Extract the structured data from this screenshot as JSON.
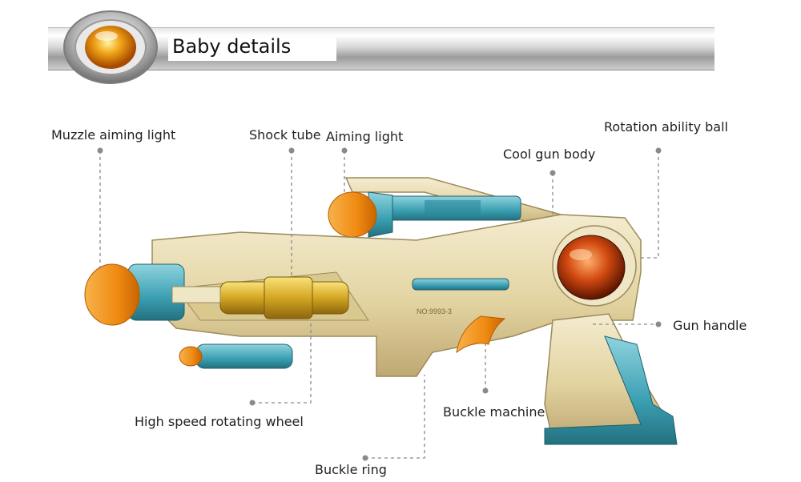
{
  "header": {
    "title": "Baby details",
    "icon": "orb-badge-icon"
  },
  "callouts": [
    {
      "id": "muzzle-aiming-light",
      "label": "Muzzle aiming light"
    },
    {
      "id": "shock-tube",
      "label": "Shock tube"
    },
    {
      "id": "aiming-light",
      "label": "Aiming light"
    },
    {
      "id": "cool-gun-body",
      "label": "Cool gun body"
    },
    {
      "id": "rotation-ability-ball",
      "label": "Rotation ability ball"
    },
    {
      "id": "gun-handle",
      "label": "Gun handle"
    },
    {
      "id": "high-speed-rotating-wheel",
      "label": "High speed rotating wheel"
    },
    {
      "id": "buckle-machine",
      "label": "Buckle machine"
    },
    {
      "id": "buckle-ring",
      "label": "Buckle ring"
    }
  ],
  "product": {
    "model_marking": "NO:9993-3"
  },
  "colors": {
    "accent_orange": "#f08a10",
    "accent_teal": "#3fa6b8",
    "body_gold": "#e6d9ab",
    "leader_line": "#8a8a8a"
  }
}
